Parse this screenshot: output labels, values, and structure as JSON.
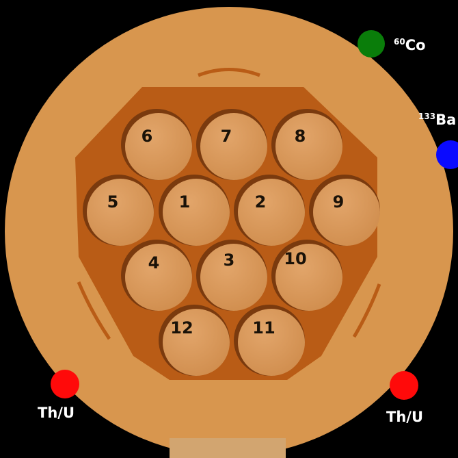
{
  "detector": {
    "crystals": [
      {
        "id": "6",
        "label": "6"
      },
      {
        "id": "7",
        "label": "7"
      },
      {
        "id": "8",
        "label": "8"
      },
      {
        "id": "5",
        "label": "5"
      },
      {
        "id": "1",
        "label": "1"
      },
      {
        "id": "2",
        "label": "2"
      },
      {
        "id": "9",
        "label": "9"
      },
      {
        "id": "4",
        "label": "4"
      },
      {
        "id": "3",
        "label": "3"
      },
      {
        "id": "10",
        "label": "10"
      },
      {
        "id": "12",
        "label": "12"
      },
      {
        "id": "11",
        "label": "11"
      }
    ]
  },
  "sources": {
    "co60": {
      "mass": "60",
      "element": "Co",
      "color": "#0a7d0a"
    },
    "ba133": {
      "mass": "133",
      "element": "Ba",
      "color": "#0a0aff"
    },
    "thu_left": {
      "label": "Th/U",
      "color": "#ff0a0a"
    },
    "thu_right": {
      "label": "Th/U",
      "color": "#ff0a0a"
    }
  },
  "colors": {
    "outer_disk": "#d8964e",
    "holder": "#b95c16",
    "crystal": "#d99a5c",
    "background": "#000000"
  }
}
